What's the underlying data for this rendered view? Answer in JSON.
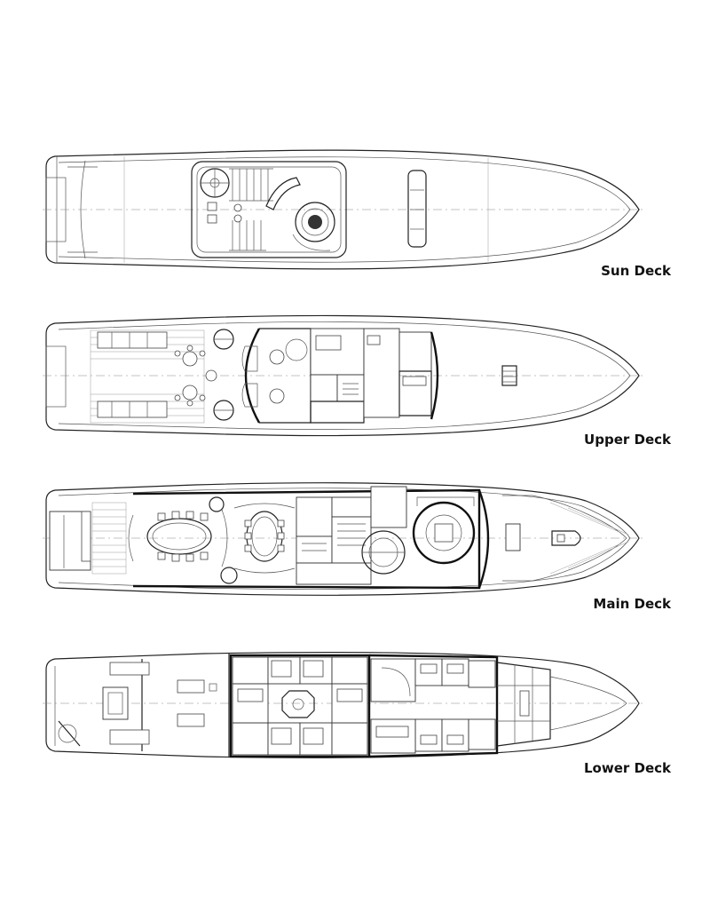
{
  "decks": [
    {
      "id": "sun",
      "label": "Sun Deck"
    },
    {
      "id": "upper",
      "label": "Upper Deck"
    },
    {
      "id": "main",
      "label": "Main Deck"
    },
    {
      "id": "lower",
      "label": "Lower Deck"
    }
  ],
  "colors": {
    "line": "#222222",
    "label": "#111111",
    "background": "#ffffff"
  }
}
